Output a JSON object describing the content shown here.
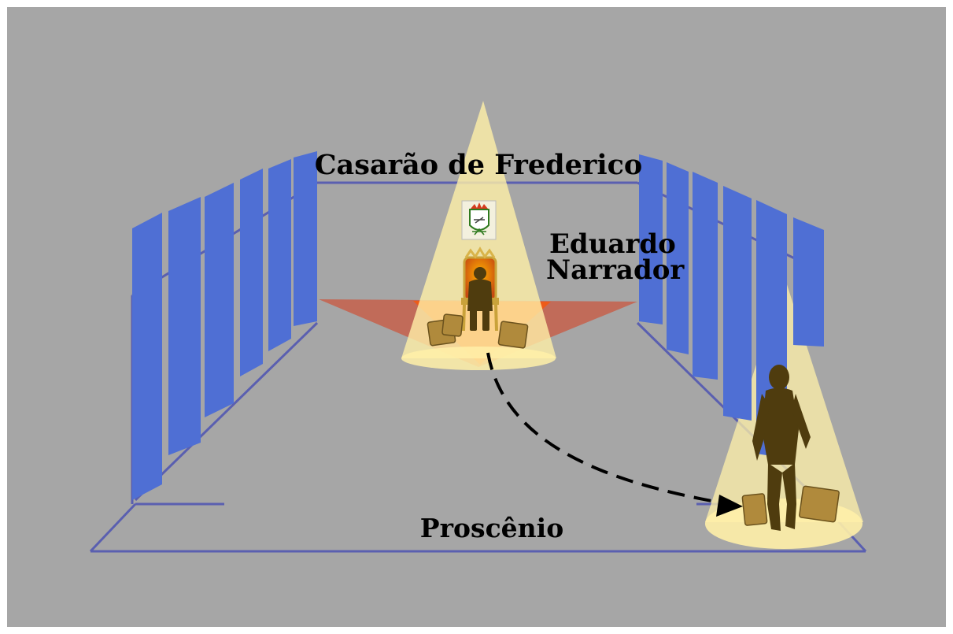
{
  "labels": {
    "upstage": "Casarão de Frederico",
    "character_name": "Eduardo",
    "character_role": "Narrador",
    "downstage": "Proscênio"
  },
  "colors": {
    "frame": "#ffffff",
    "background": "#a6a6a6",
    "stage_lines": "#5a5fb0",
    "wings": "#4f6fd4",
    "spotlight": "#fff0a8",
    "floor_light_red": "#d73a1a",
    "floor_light_orange": "#f25a12",
    "silhouette": "#4f3c0e",
    "suitcase": "#b08a3c",
    "path_arrow": "#000000"
  },
  "icons": [
    "coat-of-arms-icon",
    "throne-icon",
    "seated-figure-icon",
    "walking-figure-icon",
    "suitcase-icon"
  ]
}
